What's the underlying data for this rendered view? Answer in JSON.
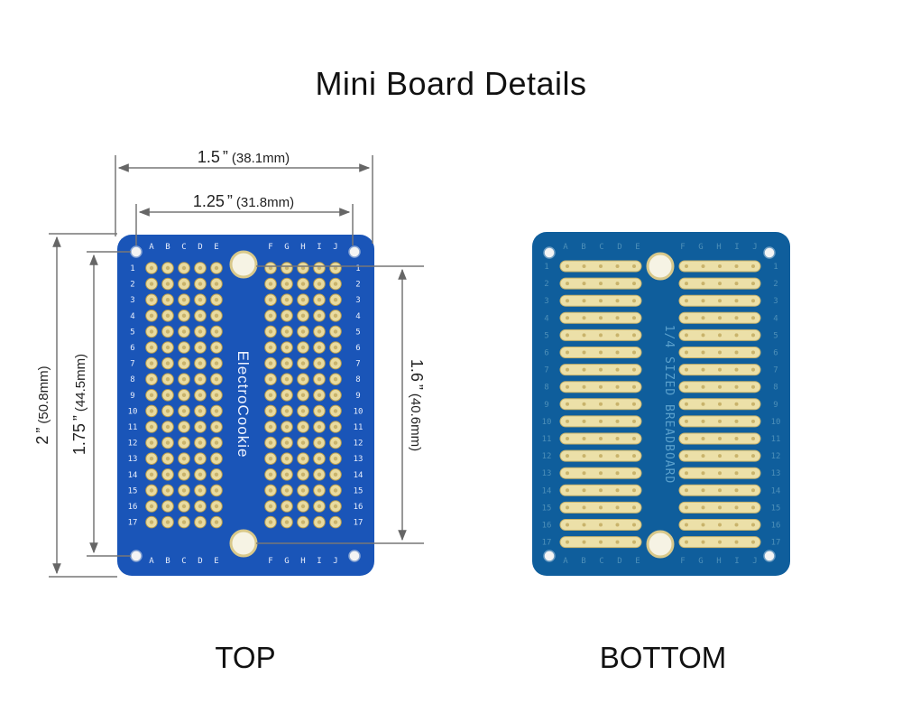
{
  "title": "Mini Board Details",
  "top_board": {
    "caption": "TOP",
    "brand": "ElectroCookie",
    "columns_left": [
      "A",
      "B",
      "C",
      "D",
      "E"
    ],
    "columns_right": [
      "F",
      "G",
      "H",
      "I",
      "J"
    ],
    "rows": [
      "1",
      "2",
      "3",
      "4",
      "5",
      "6",
      "7",
      "8",
      "9",
      "10",
      "11",
      "12",
      "13",
      "14",
      "15",
      "16",
      "17"
    ],
    "color": "#1a55b8"
  },
  "bottom_board": {
    "caption": "BOTTOM",
    "label": "1/4 SIZED BREADBOARD",
    "color": "#0f5e9c"
  },
  "dimensions": {
    "width_outer": {
      "value": "1.5",
      "unit": "”",
      "metric": "(38.1mm)"
    },
    "width_inner": {
      "value": "1.25",
      "unit": "”",
      "metric": "(31.8mm)"
    },
    "height_outer": {
      "value": "2",
      "unit": "”",
      "metric": "(50.8mm)"
    },
    "height_inner": {
      "value": "1.75",
      "unit": "”",
      "metric": "(44.5mm)"
    },
    "height_holes": {
      "value": "1.6",
      "unit": "”",
      "metric": "(40.6mm)"
    }
  }
}
